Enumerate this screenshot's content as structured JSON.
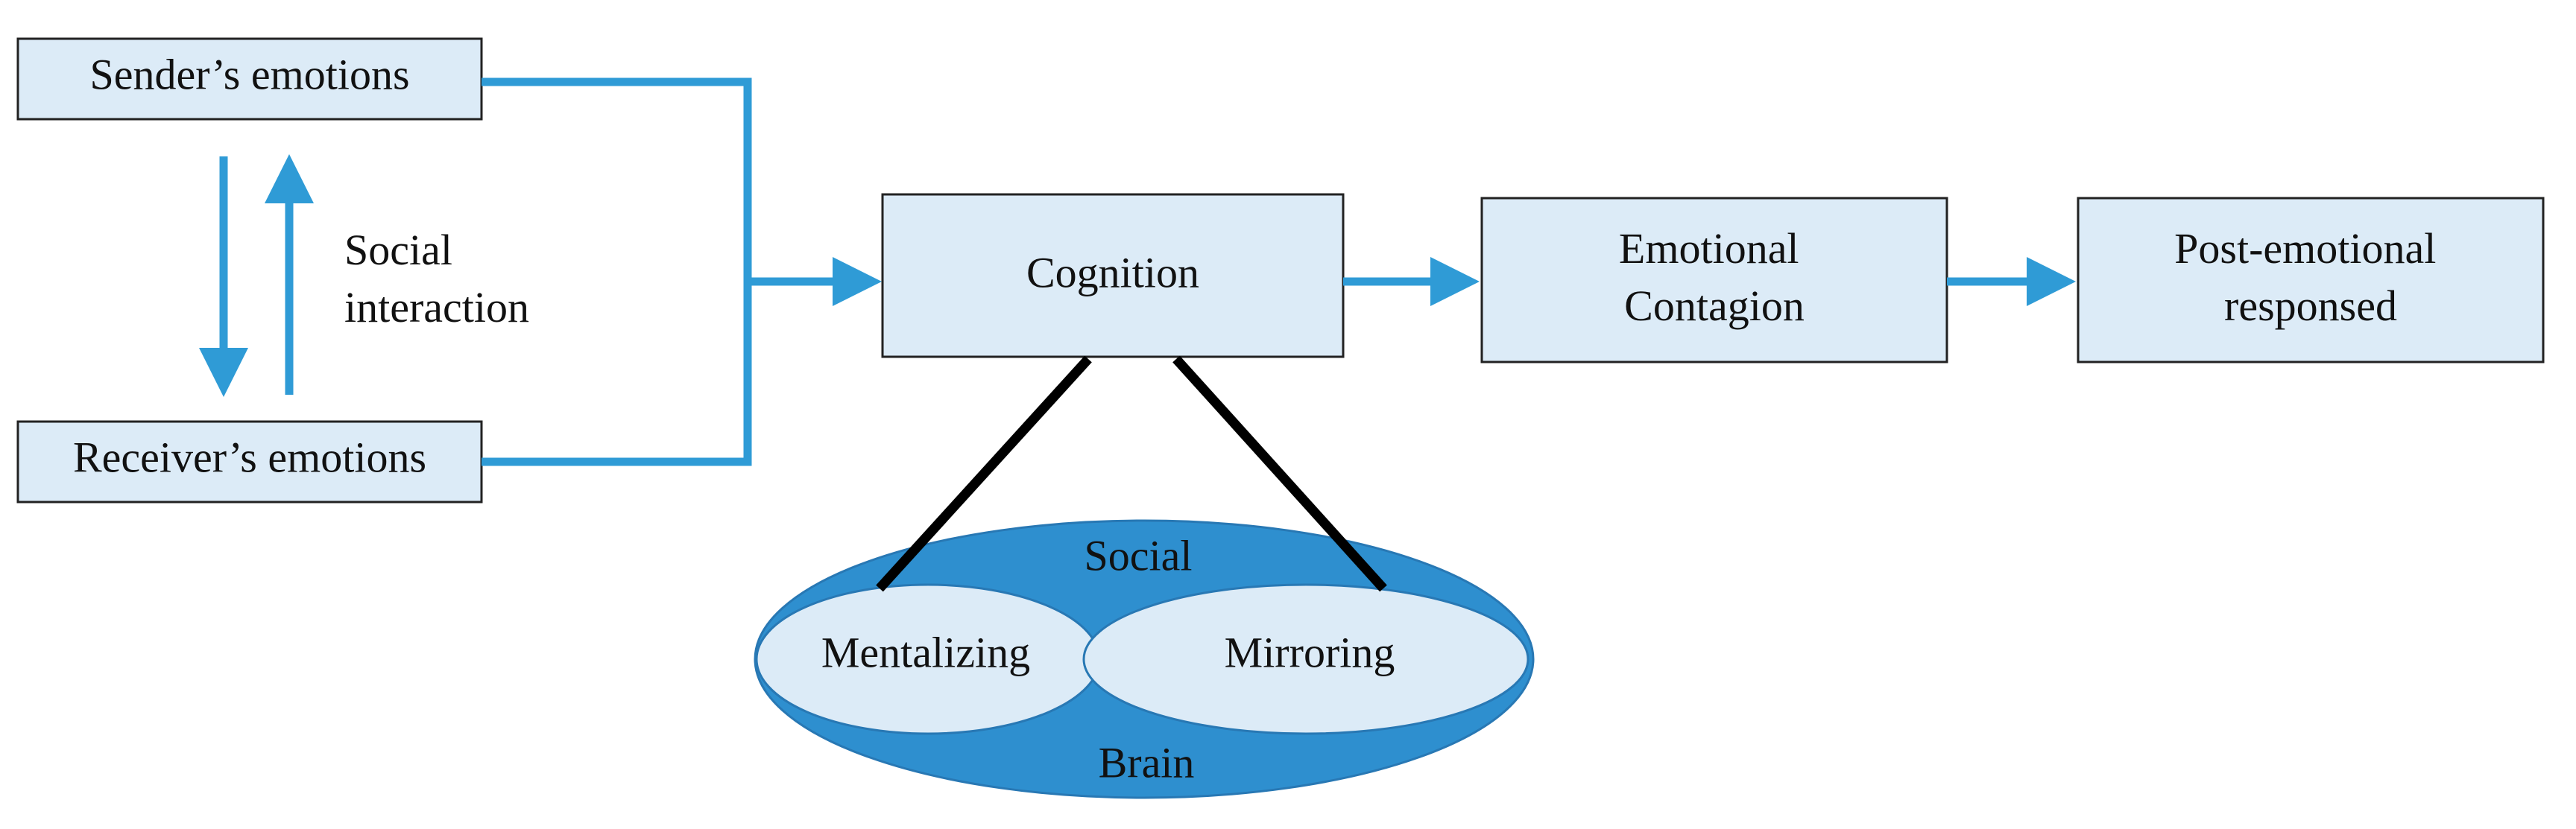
{
  "colors": {
    "box_fill": "#dcebf7",
    "box_stroke": "#222222",
    "arrow": "#2f9bd6",
    "outer_ellipse": "#2e8fcf",
    "inner_ellipse_fill": "#dcebf7",
    "connector": "#000000"
  },
  "nodes": {
    "sender": "Sender’s emotions",
    "receiver": "Receiver’s emotions",
    "social_interaction": [
      "Social",
      "interaction"
    ],
    "cognition": "Cognition",
    "emotional_contagion": [
      "Emotional",
      "Contagion"
    ],
    "post_emotional": [
      "Post-emotional",
      "responsed"
    ]
  },
  "brain": {
    "top_label": "Social",
    "bottom_label": "Brain",
    "left_circle": "Mentalizing",
    "right_circle": "Mirroring"
  }
}
